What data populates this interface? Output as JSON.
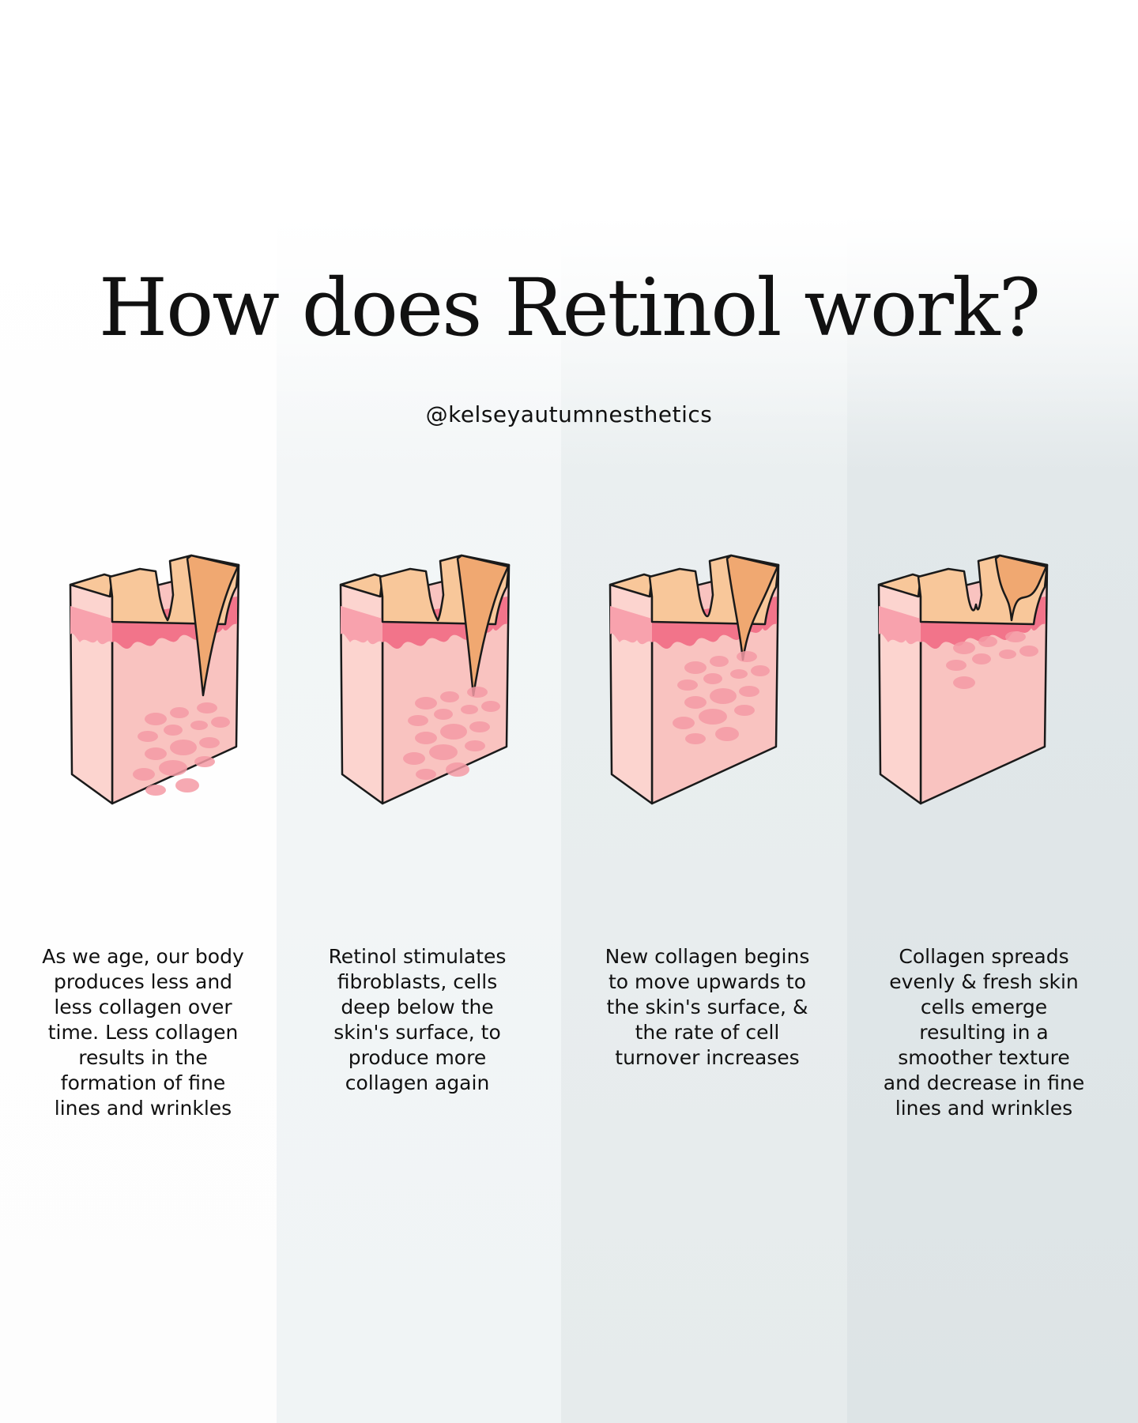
{
  "title": "How does Retinol work?",
  "handle": "@kelseyautumnesthetics",
  "colors": {
    "outline": "#1a1a1a",
    "skin_surface": "#f8c79a",
    "wrinkle": "#f0a871",
    "epidermis": "#f2748a",
    "epidermis_light": "#f8a2ad",
    "dermis": "#f9c3c0",
    "side_face": "#fcd4cf",
    "collagen": "#f59aa4"
  },
  "steps": [
    {
      "caption": "As we age, our body produces less and less collagen over time. Less collagen results in the formation of fine lines and wrinkles"
    },
    {
      "caption": "Retinol stimulates fibroblasts, cells deep below the skin's surface, to produce more collagen again"
    },
    {
      "caption": "New collagen begins to move upwards to the skin's surface, & the rate of cell turnover increases"
    },
    {
      "caption": "Collagen spreads evenly & fresh skin cells emerge resulting in a smoother texture and decrease in fine lines and wrinkles"
    }
  ]
}
